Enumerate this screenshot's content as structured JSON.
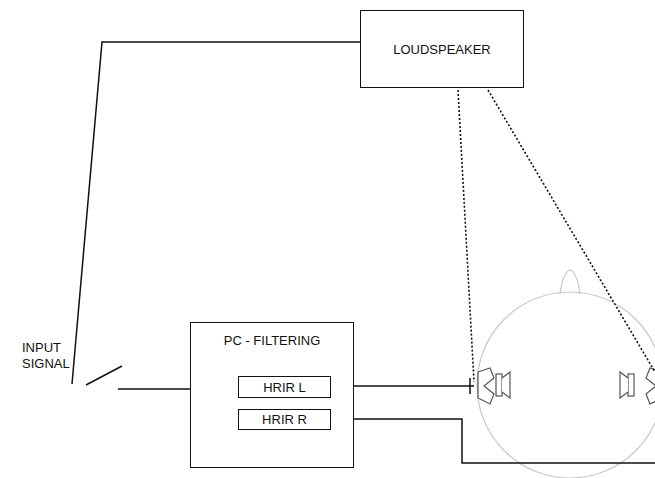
{
  "diagram": {
    "nodes": [
      {
        "text": [
          "LOUDSPEAKER"
        ]
      },
      {
        "text": [
          "PC - FILTERING"
        ]
      },
      {
        "text": [
          "HRIR L"
        ],
        "in": 1
      },
      {
        "text": [
          "HRIR R"
        ],
        "in": 1
      }
    ],
    "labels": [
      "INPUT SIGNAL"
    ]
  }
}
